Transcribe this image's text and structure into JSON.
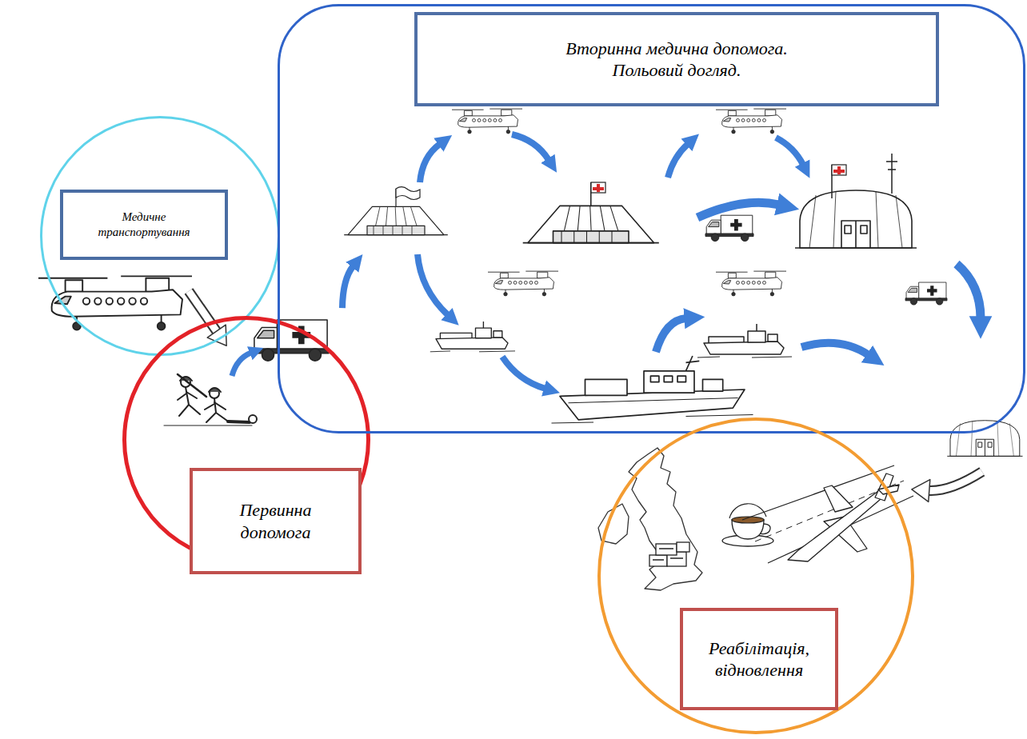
{
  "diagram": {
    "nodes": [
      {
        "text": [
          "Медичне транспортування"
        ]
      },
      {
        "text": [
          "Первинна допомога"
        ]
      },
      {
        "text": [
          "Вторинна медична допомога. Польовий догляд."
        ]
      },
      {
        "text": [
          "Реабілітація, відновлення"
        ]
      }
    ],
    "edges": [
      {
        "from": 0,
        "to": 1,
        "arrow": "to"
      },
      {
        "from": 1,
        "to": 2,
        "arrow": "to"
      },
      {
        "from": 2,
        "to": 3,
        "arrow": "to"
      }
    ]
  }
}
